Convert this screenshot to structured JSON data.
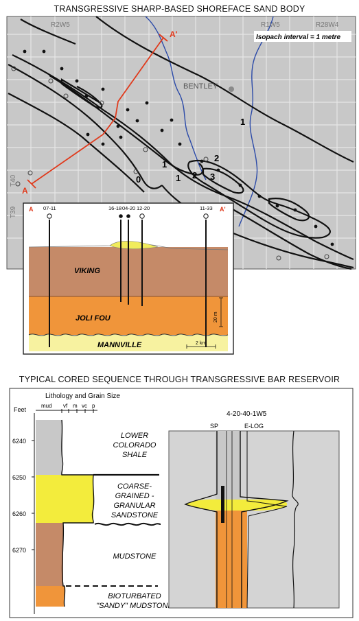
{
  "map": {
    "title": "TRANSGRESSIVE SHARP-BASED SHOREFACE SAND BODY",
    "range_labels": [
      "R2W5",
      "R1W5",
      "R28W4"
    ],
    "township_labels": [
      "T40",
      "T39"
    ],
    "interval_label": "Isopach interval = 1 metre",
    "town_label": "BENTLEY",
    "contour_labels": [
      "0",
      "1",
      "1",
      "1",
      "2",
      "2",
      "3"
    ],
    "section_end_a": "A",
    "section_end_b": "A'",
    "colors": {
      "map_fill": "#c8c8c8",
      "grid": "#e6e6e6",
      "river": "#2b4aa8",
      "section_line": "#e03a1c"
    }
  },
  "cross_section": {
    "end_a": "A",
    "end_b": "A'",
    "wells": [
      "07-11",
      "16-18",
      "04-20",
      "12-20",
      "11-33"
    ],
    "units": [
      "VIKING",
      "JOLI FOU",
      "MANNVILLE"
    ],
    "vertical_scale": "20 m",
    "horizontal_scale": "2 km",
    "colors": {
      "viking": "#c58a68",
      "joli_fou": "#f0953a",
      "mannville": "#f7f2a0",
      "sand": "#f1ec5c"
    }
  },
  "core": {
    "title": "TYPICAL CORED SEQUENCE THROUGH TRANSGRESSIVE BAR RESERVOIR",
    "lithology_header": "Lithology and Grain Size",
    "depth_unit": "Feet",
    "grain_sizes": [
      "mud",
      "vf",
      "m",
      "vc",
      "p"
    ],
    "depths": [
      "6240",
      "6250",
      "6260",
      "6270"
    ],
    "units": [
      {
        "lines": [
          "LOWER",
          "COLORADO",
          "SHALE"
        ]
      },
      {
        "lines": [
          "COARSE-",
          "GRAINED -",
          "GRANULAR",
          "SANDSTONE"
        ]
      },
      {
        "lines": [
          "MUDSTONE"
        ]
      },
      {
        "lines": [
          "BIOTURBATED",
          "\"SANDY\" MUDSTONE"
        ]
      }
    ],
    "log_well": "4-20-40-1W5",
    "log_sp": "SP",
    "log_elog": "E-LOG",
    "colors": {
      "shale": "#c8c8c8",
      "sandstone": "#f3ec3c",
      "mudstone": "#c58a68",
      "sandy_mudstone": "#f0953a"
    }
  }
}
